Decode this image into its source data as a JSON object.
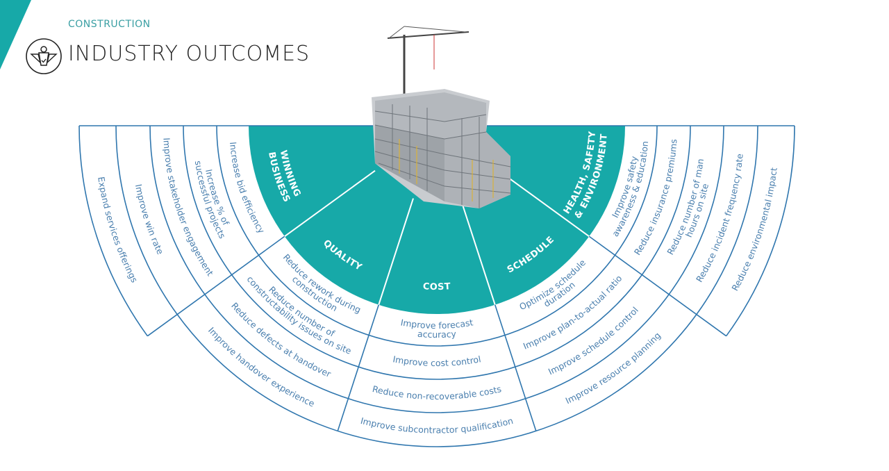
{
  "header": {
    "kicker": "CONSTRUCTION",
    "title": "INDUSTRY OUTCOMES",
    "logo_icon": "industry-outcomes-badge-icon"
  },
  "colors": {
    "teal": "#17a9a8",
    "line": "#2f76ae",
    "text": "#4a7fae"
  },
  "sectors": [
    {
      "name": "winning-business",
      "label": [
        "WINNING",
        "BUSINESS"
      ],
      "outcomes": [
        [
          "Increase bid efficiency"
        ],
        [
          "Increase % of",
          "successful projects"
        ],
        [
          "Improve stakeholder engagement"
        ],
        [
          "Improve win rate"
        ],
        [
          "Expand services offerings"
        ]
      ]
    },
    {
      "name": "quality",
      "label": [
        "QUALITY"
      ],
      "outcomes": [
        [
          "Reduce rework during",
          "construction"
        ],
        [
          "Reduce number of",
          "constructability issues on site"
        ],
        [
          "Reduce defects at handover"
        ],
        [
          "Improve handover experience"
        ]
      ]
    },
    {
      "name": "cost",
      "label": [
        "COST"
      ],
      "outcomes": [
        [
          "Improve forecast",
          "accuracy"
        ],
        [
          "Improve cost control"
        ],
        [
          "Reduce non-recoverable costs"
        ],
        [
          "Improve subcontractor qualification"
        ]
      ]
    },
    {
      "name": "schedule",
      "label": [
        "SCHEDULE"
      ],
      "outcomes": [
        [
          "Optimize schedule",
          "duration"
        ],
        [
          "Improve plan-to-actual ratio"
        ],
        [
          "Improve schedule control"
        ],
        [
          "Improve resource planning"
        ]
      ]
    },
    {
      "name": "health-safety-environment",
      "label": [
        "HEALTH, SAFETY",
        "& ENVIRONMENT"
      ],
      "outcomes": [
        [
          "Improve safety",
          "awareness & education"
        ],
        [
          "Reduce insurance premiums"
        ],
        [
          "Reduce number of man",
          "hours on site"
        ],
        [
          "Reduce incident frequency rate"
        ],
        [
          "Reduce environmental impact"
        ]
      ]
    }
  ]
}
